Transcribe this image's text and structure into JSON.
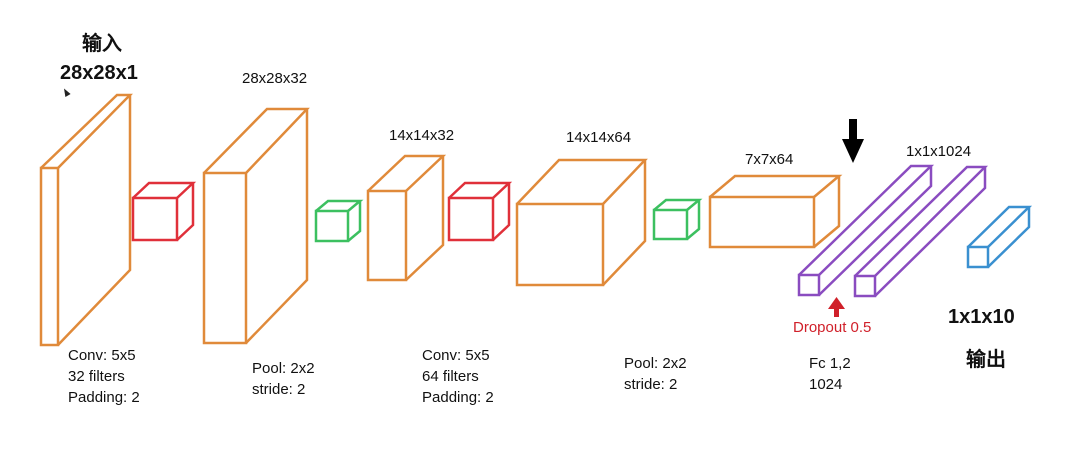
{
  "title": "输入",
  "input_dim": "28x28x1",
  "colors": {
    "conv_block": "#e08a3a",
    "conv_op": "#e0303a",
    "pool_op": "#3cc060",
    "fc": "#8a4cc0",
    "out": "#3a90d0",
    "dropout": "#d0202a"
  },
  "blocks": [
    {
      "label": "28x28x32",
      "color": "orange"
    },
    {
      "label": "14x14x32",
      "color": "orange"
    },
    {
      "label": "14x14x64",
      "color": "orange"
    },
    {
      "label": "7x7x64",
      "color": "orange"
    },
    {
      "label": "1x1x1024",
      "color": "purple"
    }
  ],
  "output_dim": "1x1x10",
  "output_title": "输出",
  "notes": [
    {
      "lines": [
        "Conv: 5x5",
        "32 filters",
        "Padding: 2"
      ]
    },
    {
      "lines": [
        "Pool: 2x2",
        "stride: 2"
      ]
    },
    {
      "lines": [
        "Conv: 5x5",
        "64 filters",
        "Padding: 2"
      ]
    },
    {
      "lines": [
        "Pool: 2x2",
        "stride: 2"
      ]
    },
    {
      "lines": [
        "Fc 1,2",
        "1024"
      ]
    }
  ],
  "dropout_label": "Dropout 0.5"
}
